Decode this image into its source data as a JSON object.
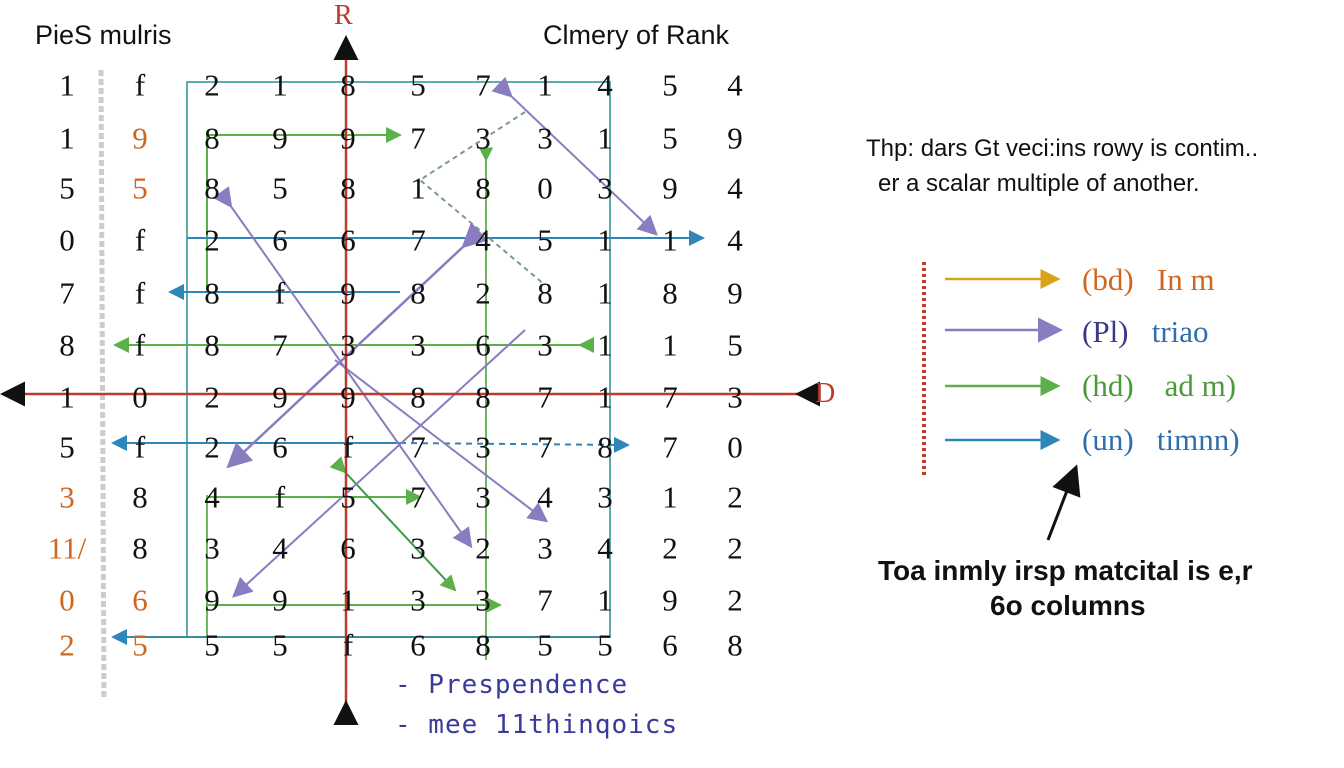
{
  "titles": {
    "left": "PieS mulris",
    "right": "Clmery of Rank"
  },
  "axes": {
    "vertical": "R",
    "horizontal": "D"
  },
  "matrix": [
    [
      "1",
      "f",
      "2",
      "1",
      "8",
      "5",
      "7",
      "1",
      "4",
      "5",
      "4"
    ],
    [
      "1",
      "9",
      "8",
      "9",
      "9",
      "7",
      "3",
      "3",
      "1",
      "5",
      "9"
    ],
    [
      "5",
      "5",
      "8",
      "5",
      "8",
      "1",
      "8",
      "0",
      "3",
      "9",
      "4"
    ],
    [
      "0",
      "f",
      "2",
      "6",
      "6",
      "7",
      "4",
      "5",
      "1",
      "1",
      "4"
    ],
    [
      "7",
      "f",
      "8",
      "f",
      "9",
      "8",
      "2",
      "8",
      "1",
      "8",
      "9"
    ],
    [
      "8",
      "f",
      "8",
      "7",
      "3",
      "3",
      "6",
      "3",
      "1",
      "1",
      "5"
    ],
    [
      "1",
      "0",
      "2",
      "9",
      "9",
      "8",
      "8",
      "7",
      "1",
      "7",
      "3"
    ],
    [
      "5",
      "f",
      "2",
      "6",
      "f",
      "7",
      "3",
      "7",
      "8",
      "7",
      "0"
    ],
    [
      "3",
      "8",
      "4",
      "f",
      "5",
      "7",
      "3",
      "4",
      "3",
      "1",
      "2"
    ],
    [
      "11/",
      "8",
      "3",
      "4",
      "6",
      "3",
      "2",
      "3",
      "4",
      "2",
      "2"
    ],
    [
      "0",
      "6",
      "9",
      "9",
      "1",
      "3",
      "3",
      "7",
      "1",
      "9",
      "2"
    ],
    [
      "2",
      "5",
      "5",
      "5",
      "f",
      "6",
      "8",
      "5",
      "5",
      "6",
      "8"
    ]
  ],
  "highlight_cells": [
    [
      1,
      1
    ],
    [
      2,
      1
    ],
    [
      8,
      0
    ],
    [
      9,
      0
    ],
    [
      10,
      0
    ],
    [
      10,
      1
    ],
    [
      11,
      0
    ],
    [
      11,
      1
    ]
  ],
  "colors": {
    "orange": "#d0661f",
    "red_axis": "#c0392b",
    "green": "#5cb04a",
    "blue": "#2f86b8",
    "purple": "#8a7cc0",
    "teal": "#4aa3a8",
    "gold": "#d9a21b"
  },
  "annotations": {
    "item1": "- Prespendence",
    "item2": "- mee 11thinqoics"
  },
  "description": {
    "line1": "Thp: dars Gt veci:ins rowy is contim..",
    "line2": "er a scalar multiple of another."
  },
  "legend": [
    {
      "code": "(bd)",
      "label": "In m",
      "color": "#d0661f"
    },
    {
      "code": "(Pl)",
      "label": "triao",
      "color": "#2f6fae"
    },
    {
      "code": "(hd)",
      "label": "ad m)",
      "color": "#4a9a3a"
    },
    {
      "code": "(un)",
      "label": "timnn)",
      "color": "#2f6fae"
    }
  ],
  "footer": {
    "line1": "Toa inmly irsp matcital is e,r",
    "line2": "6o  columns"
  }
}
